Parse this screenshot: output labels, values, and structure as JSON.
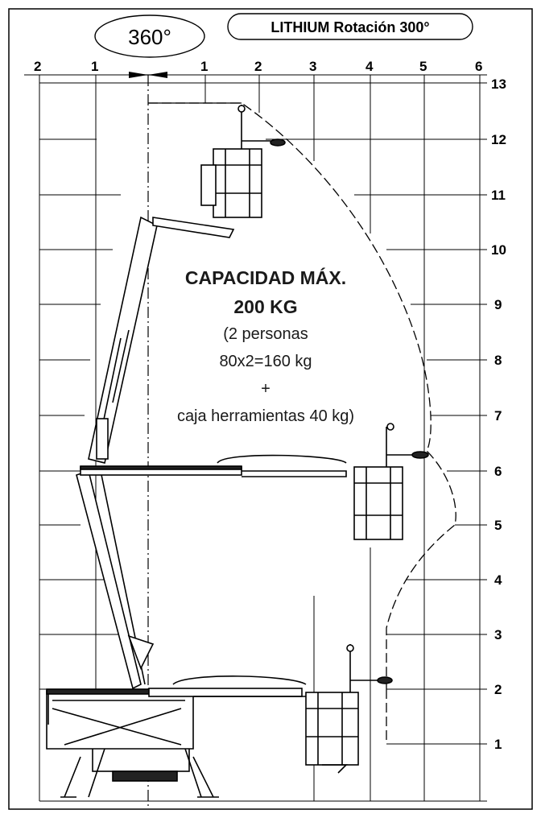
{
  "header": {
    "rotation_360": "360°",
    "rotation_model": "LITHIUM Rotación 300°"
  },
  "axes": {
    "horizontal_ticks": [
      {
        "label": "2"
      },
      {
        "label": "1"
      },
      {
        "label": "1"
      },
      {
        "label": "2"
      },
      {
        "label": "3"
      },
      {
        "label": "4"
      },
      {
        "label": "5"
      },
      {
        "label": "6"
      }
    ],
    "vertical_ticks": [
      {
        "label": "13"
      },
      {
        "label": "12"
      },
      {
        "label": "11"
      },
      {
        "label": "10"
      },
      {
        "label": "9"
      },
      {
        "label": "8"
      },
      {
        "label": "7"
      },
      {
        "label": "6"
      },
      {
        "label": "5"
      },
      {
        "label": "4"
      },
      {
        "label": "3"
      },
      {
        "label": "2"
      },
      {
        "label": "1"
      }
    ]
  },
  "capacity": {
    "line1": "CAPACIDAD MÁX.",
    "line2": "200 KG",
    "line3": "(2 personas",
    "line4": "80x2=160 kg",
    "line5": "+",
    "line6": "caja herramientas 40 kg)"
  },
  "colors": {
    "line": "#000000",
    "text": "#1a1a1a",
    "background": "#ffffff"
  }
}
